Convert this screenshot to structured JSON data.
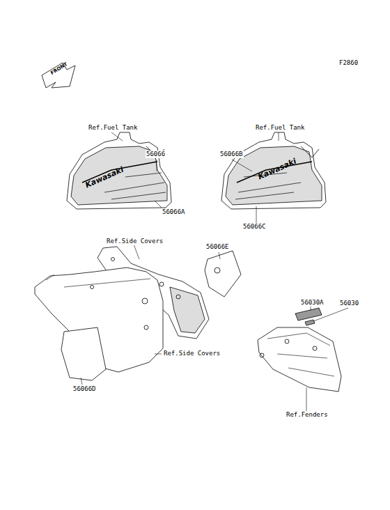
{
  "diagram": {
    "labels": [
      "F2860",
      "FRONT",
      "Ref.Fuel Tank",
      "Ref.Fuel Tank",
      "56066",
      "56066A",
      "Kawasaki",
      "56066B",
      "56066C",
      "Kawasaki",
      "Ref.Side Covers",
      "56066E",
      "56030A",
      "56030",
      "Ref.Side Covers",
      "56066D",
      "Ref.Fenders"
    ]
  }
}
